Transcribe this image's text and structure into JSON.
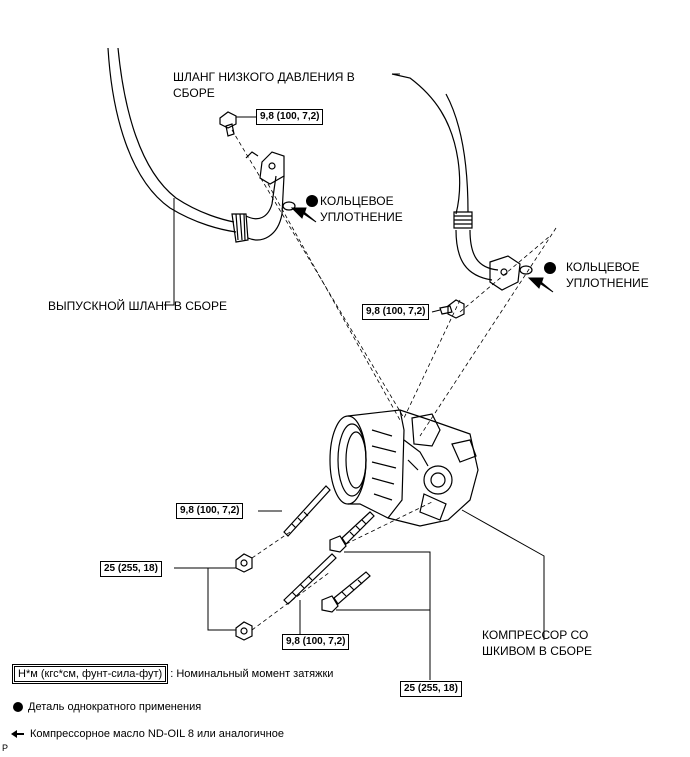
{
  "labels": {
    "low_pressure_hose_l1": "ШЛАНГ НИЗКОГО ДАВЛЕНИЯ В",
    "low_pressure_hose_l2": "СБОРЕ",
    "oring_right_l1": "КОЛЬЦЕВОЕ",
    "oring_right_l2": "УПЛОТНЕНИЕ",
    "oring_top_l1": "КОЛЬЦЕВОЕ",
    "oring_top_l2": "УПЛОТНЕНИЕ",
    "discharge_hose": "ВЫПУСКНОЙ ШЛАНГ В СБОРЕ",
    "compressor_l1": "КОМПРЕССОР СО",
    "compressor_l2": "ШКИВОМ В СБОРЕ",
    "corner_mark": "P"
  },
  "torque": {
    "t_top": "9,8 (100, 7,2)",
    "t_right": "9,8 (100, 7,2)",
    "t_left_stud": "9,8 (100, 7,2)",
    "t_nuts": "25 (255, 18)",
    "t_bottom_stud": "9,8 (100, 7,2)",
    "t_bottom_bolts": "25 (255, 18)"
  },
  "legend": {
    "unit_box": "Н*м (кгс*см, фунт-сила-фут)",
    "unit_desc": ": Номинальный момент затяжки",
    "nonreusable": "Деталь однократного применения",
    "oil": "Компрессорное масло ND-OIL 8 или аналогичное"
  }
}
